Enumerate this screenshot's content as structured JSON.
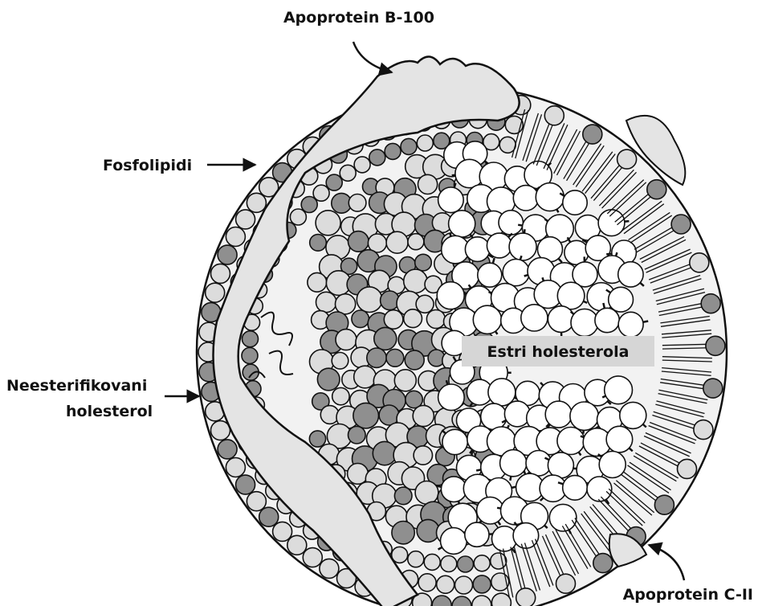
{
  "labels": {
    "apob": "Apoprotein B-100",
    "phospho": "Fosfolipidi",
    "chol_line1": "Neesterifikovani",
    "chol_line2": "holesterol",
    "esters": "Estri holesterola",
    "apoc": "Apoprotein C-II"
  },
  "colors": {
    "outline": "#111111",
    "light_sphere": "#dcdcdc",
    "dark_sphere": "#8f8f8f",
    "protein": "#e4e4e4",
    "core_sphere": "#ffffff",
    "label_box": "#d6d6d6"
  }
}
